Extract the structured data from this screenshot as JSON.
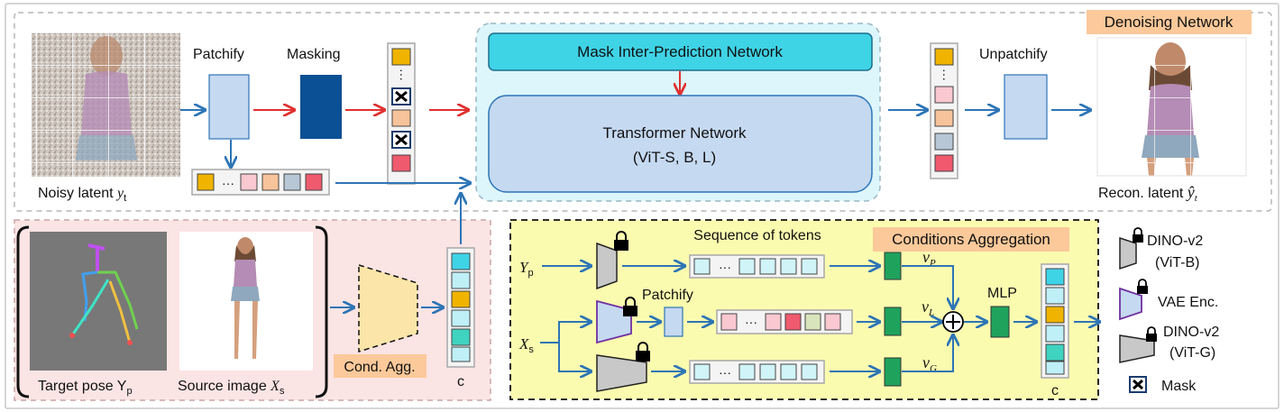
{
  "top": {
    "noisy_label": "Noisy latent ",
    "noisy_var": "y",
    "noisy_sub": "t",
    "patchify": "Patchify",
    "masking": "Masking",
    "mask_net": "Mask Inter-Prediction Network",
    "transformer_l1": "Transformer Network",
    "transformer_l2": "(ViT-S, B, L)",
    "unpatchify": "Unpatchify",
    "denoising_tag": "Denoising Network",
    "recon_label": "Recon. latent ",
    "recon_var": "ŷ",
    "recon_sub": "t"
  },
  "cond": {
    "target_label": "Target pose Y",
    "target_sub": "p",
    "source_label": "Source image ",
    "source_var": "X",
    "source_sub": "s",
    "agg_tag": "Cond. Agg.",
    "c_label": "c"
  },
  "agg": {
    "title_tag": "Conditions Aggregation",
    "seq_label": "Sequence of tokens",
    "patchify": "Patchify",
    "yp_var": "Y",
    "yp_sub": "p",
    "xs_var": "X",
    "xs_sub": "s",
    "vp_var": "v",
    "vp_sub": "P",
    "vl_var": "v",
    "vl_sub": "L",
    "vg_var": "v",
    "vg_sub": "G",
    "mlp": "MLP",
    "c_label": "c",
    "ellipsis": "···"
  },
  "legend": {
    "dino_b_l1": "DINO-v2",
    "dino_b_l2": "(ViT-B)",
    "vae": "VAE Enc.",
    "dino_g_l1": "DINO-v2",
    "dino_g_l2": "(ViT-G)",
    "mask": "Mask"
  },
  "colors": {
    "blue_arrow": "#2e75b6",
    "red_arrow": "#e03030",
    "patch_fill": "#c5d9f1",
    "mask_fill": "#0b4f94",
    "tag_orange": "#fbc99a",
    "cyan": "#3fd3e6",
    "yellow_panel": "#fbfbb0",
    "pink_panel": "#fbe4e4"
  }
}
